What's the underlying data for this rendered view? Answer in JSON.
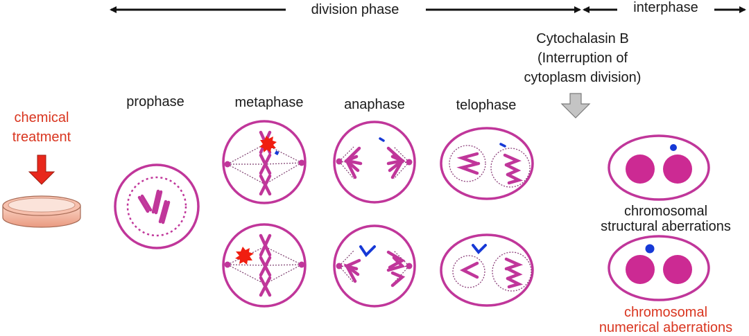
{
  "colors": {
    "cell": "#c0369a",
    "cell_fill": "#ffffff",
    "nucleus": "#cc2a93",
    "micronucleus": "#1639d6",
    "damage": "#f01e10",
    "arrow_red": "#e8281c",
    "arrow_gray": "#bdbdbd",
    "label_red": "#d9351f",
    "label_black": "#1a1a1a",
    "dish": "#f0a890"
  },
  "header": {
    "division_phase": "division phase",
    "interphase": "interphase"
  },
  "treatment": {
    "label_line1": "chemical",
    "label_line2": "treatment",
    "icons": [
      "red-down-arrow-icon",
      "petri-dish-icon"
    ]
  },
  "cytochalasin": {
    "line1": "Cytochalasin B",
    "line2": "(Interruption of",
    "line3": "cytoplasm division)",
    "icon": "gray-down-arrow-icon"
  },
  "stages": [
    "prophase",
    "metaphase",
    "anaphase",
    "telophase"
  ],
  "results": {
    "structural_line1": "chromosomal",
    "structural_line2": "structural aberrations",
    "numerical_line1": "chromosomal",
    "numerical_line2": "numerical aberrations"
  }
}
